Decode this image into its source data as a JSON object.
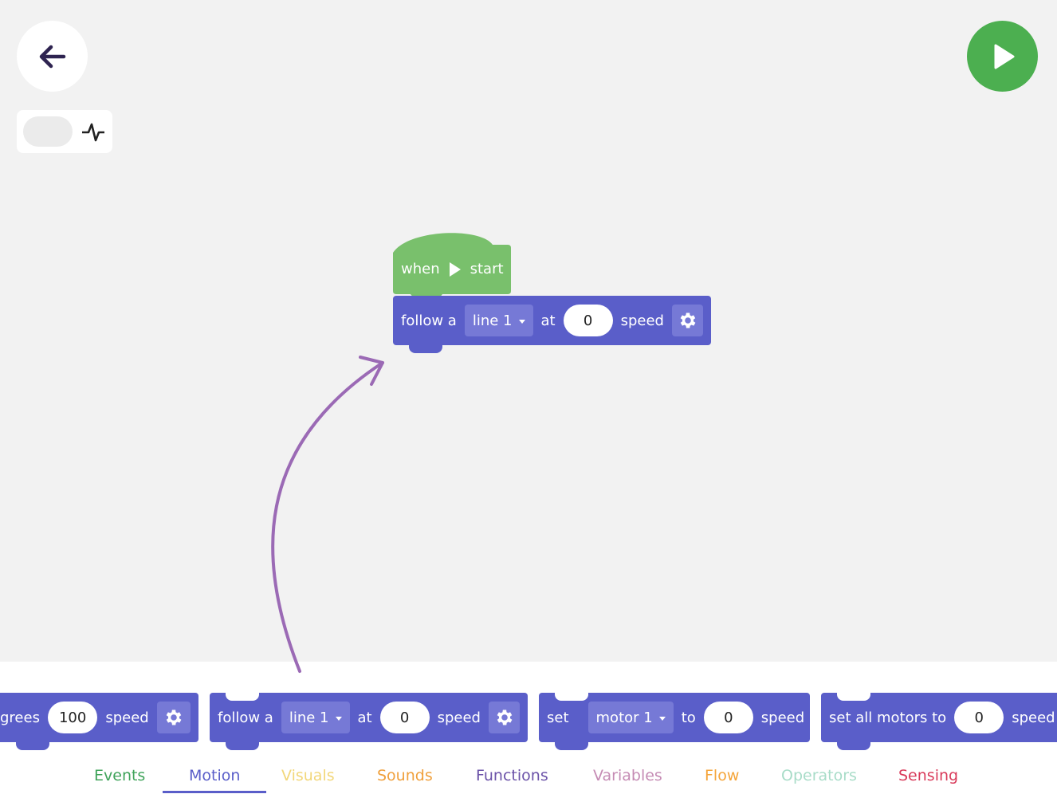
{
  "header": {
    "back_icon": "arrow-left-icon",
    "toggle_icon": "pulse-icon",
    "run_icon": "play-icon",
    "run_color": "#4caf50"
  },
  "canvas": {
    "hat": {
      "when": "when",
      "start": "start",
      "color": "#79c06c"
    },
    "follow_block": {
      "prefix": "follow a",
      "dropdown": "line 1",
      "at": "at",
      "value": "0",
      "suffix": "speed"
    }
  },
  "palette": {
    "blocks": [
      {
        "prefix": "grees",
        "value": "100",
        "suffix": "speed"
      },
      {
        "prefix": "follow a",
        "dropdown": "line 1",
        "at": "at",
        "value": "0",
        "suffix": "speed"
      },
      {
        "prefix": "set",
        "dropdown": "motor 1",
        "to": "to",
        "value": "0",
        "suffix": "speed"
      },
      {
        "prefix": "set all motors to",
        "value": "0",
        "suffix": "speed"
      }
    ]
  },
  "tabs": [
    {
      "label": "Events",
      "color": "#3fa35a"
    },
    {
      "label": "Motion",
      "color": "#5a5ec9",
      "active": true
    },
    {
      "label": "Visuals",
      "color": "#f2d77a"
    },
    {
      "label": "Sounds",
      "color": "#f0a03c"
    },
    {
      "label": "Functions",
      "color": "#6b52a8"
    },
    {
      "label": "Variables",
      "color": "#c58bb4"
    },
    {
      "label": "Flow",
      "color": "#f5a53a"
    },
    {
      "label": "Operators",
      "color": "#a8dcc8"
    },
    {
      "label": "Sensing",
      "color": "#d93a5a"
    }
  ],
  "accent_color": "#5a5ec9",
  "arrow_color": "#9b6ab5"
}
